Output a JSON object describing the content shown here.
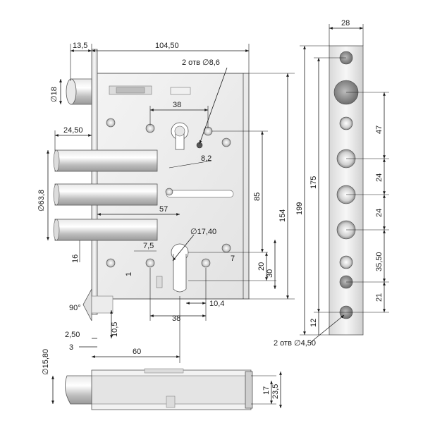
{
  "colors": {
    "ink": "#1a1a1a",
    "metal_light": "#f2f2f2",
    "metal_mid": "#c8c8c8",
    "metal_dark": "#8a8a8a"
  },
  "dims": {
    "d13_5": "13,5",
    "d104_50": "104,50",
    "holes_top": "2 отв ∅8,6",
    "d18": "∅18",
    "d38_top": "38",
    "d8_2": "8,2",
    "d24_50": "24,50",
    "d63_8": "∅63,8",
    "d85": "85",
    "d154": "154",
    "d57": "57",
    "d17_40": "∅17,40",
    "d7_5": "7,5",
    "d7": "7",
    "d16": "16",
    "d1": "1",
    "d20": "20",
    "d30": "30",
    "d10_4": "10,4",
    "d38_bottom": "38",
    "d90": "90°",
    "d10_5": "10,5",
    "d2_50": "2,50",
    "d3": "3",
    "d60": "60",
    "d15_80": "∅15,80",
    "d17": "17",
    "d23_5": "23,5",
    "d28": "28",
    "d199": "199",
    "d175": "175",
    "d47": "47",
    "d24_a": "24",
    "d24_b": "24",
    "d35_50": "35,50",
    "d21": "21",
    "d12": "12",
    "holes_bottom": "2 отв ∅4,50"
  }
}
